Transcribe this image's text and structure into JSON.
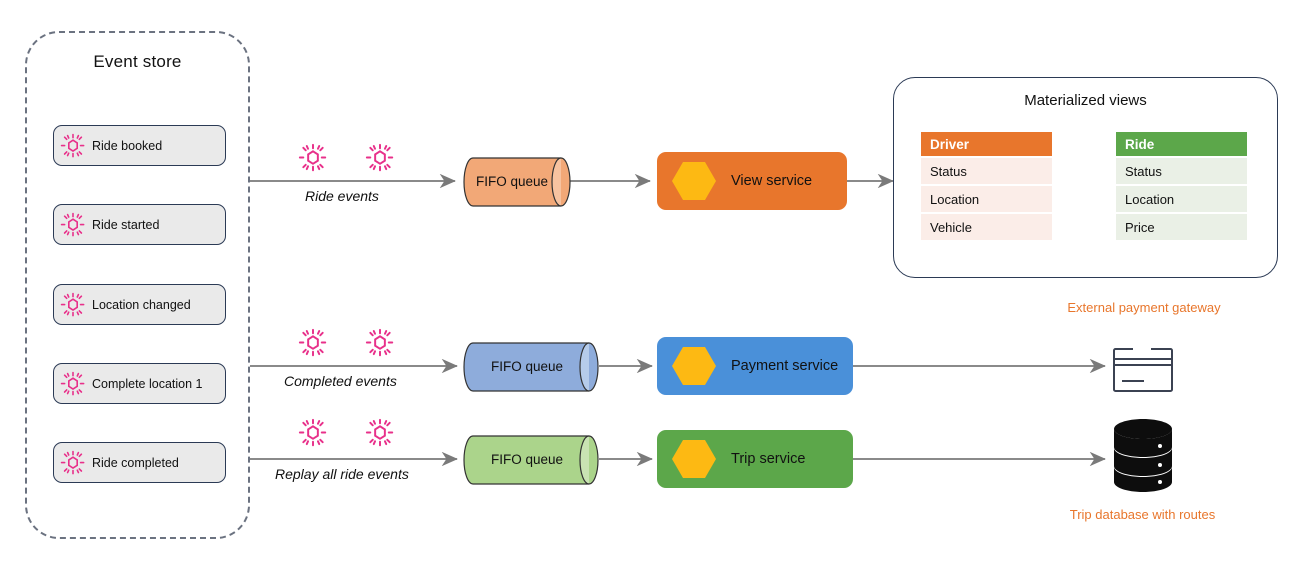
{
  "event_store": {
    "title": "Event store",
    "events": [
      {
        "label": "Ride booked",
        "icon": "event-sun-icon"
      },
      {
        "label": "Ride started",
        "icon": "event-sun-icon"
      },
      {
        "label": "Location changed",
        "icon": "event-sun-icon"
      },
      {
        "label": "Complete location 1",
        "icon": "event-sun-icon"
      },
      {
        "label": "Ride completed",
        "icon": "event-sun-icon"
      }
    ]
  },
  "flows": [
    {
      "id": "view-flow",
      "arrow_label": "Ride events",
      "queue_label": "FIFO queue",
      "queue_color": "#F2A877",
      "service_label": "View service",
      "service_color": "#E8762C",
      "service_icon": "hexagon-icon"
    },
    {
      "id": "payment-flow",
      "arrow_label": "Completed events",
      "queue_label": "FIFO queue",
      "queue_color": "#8EACDB",
      "service_label": "Payment service",
      "service_color": "#4A90D9",
      "service_icon": "hexagon-icon"
    },
    {
      "id": "trip-flow",
      "arrow_label": "Replay all ride events",
      "queue_label": "FIFO queue",
      "queue_color": "#ABD48B",
      "service_label": "Trip service",
      "service_color": "#5CA74A",
      "service_icon": "hexagon-icon"
    }
  ],
  "materialized_views": {
    "title": "Materialized views",
    "tables": [
      {
        "header": "Driver",
        "header_color": "#E8762C",
        "row_color": "#FBEDE8",
        "rows": [
          "Status",
          "Location",
          "Vehicle"
        ]
      },
      {
        "header": "Ride",
        "header_color": "#5CA74A",
        "row_color": "#EAF0E6",
        "rows": [
          "Status",
          "Location",
          "Price"
        ]
      }
    ]
  },
  "externals": [
    {
      "id": "payment-gateway",
      "label": "External payment gateway",
      "icon": "credit-card-icon",
      "color": "#E8762C"
    },
    {
      "id": "trip-database",
      "label": "Trip database with routes",
      "icon": "database-icon",
      "color": "#E8762C"
    }
  ],
  "colors": {
    "event_icon": "#E8308A",
    "hexagon": "#FDB913",
    "arrow": "#7a7a7a",
    "dashed_border": "#6b7280",
    "event_box_border": "#2b3a55",
    "event_box_fill": "#EAEAEA"
  }
}
